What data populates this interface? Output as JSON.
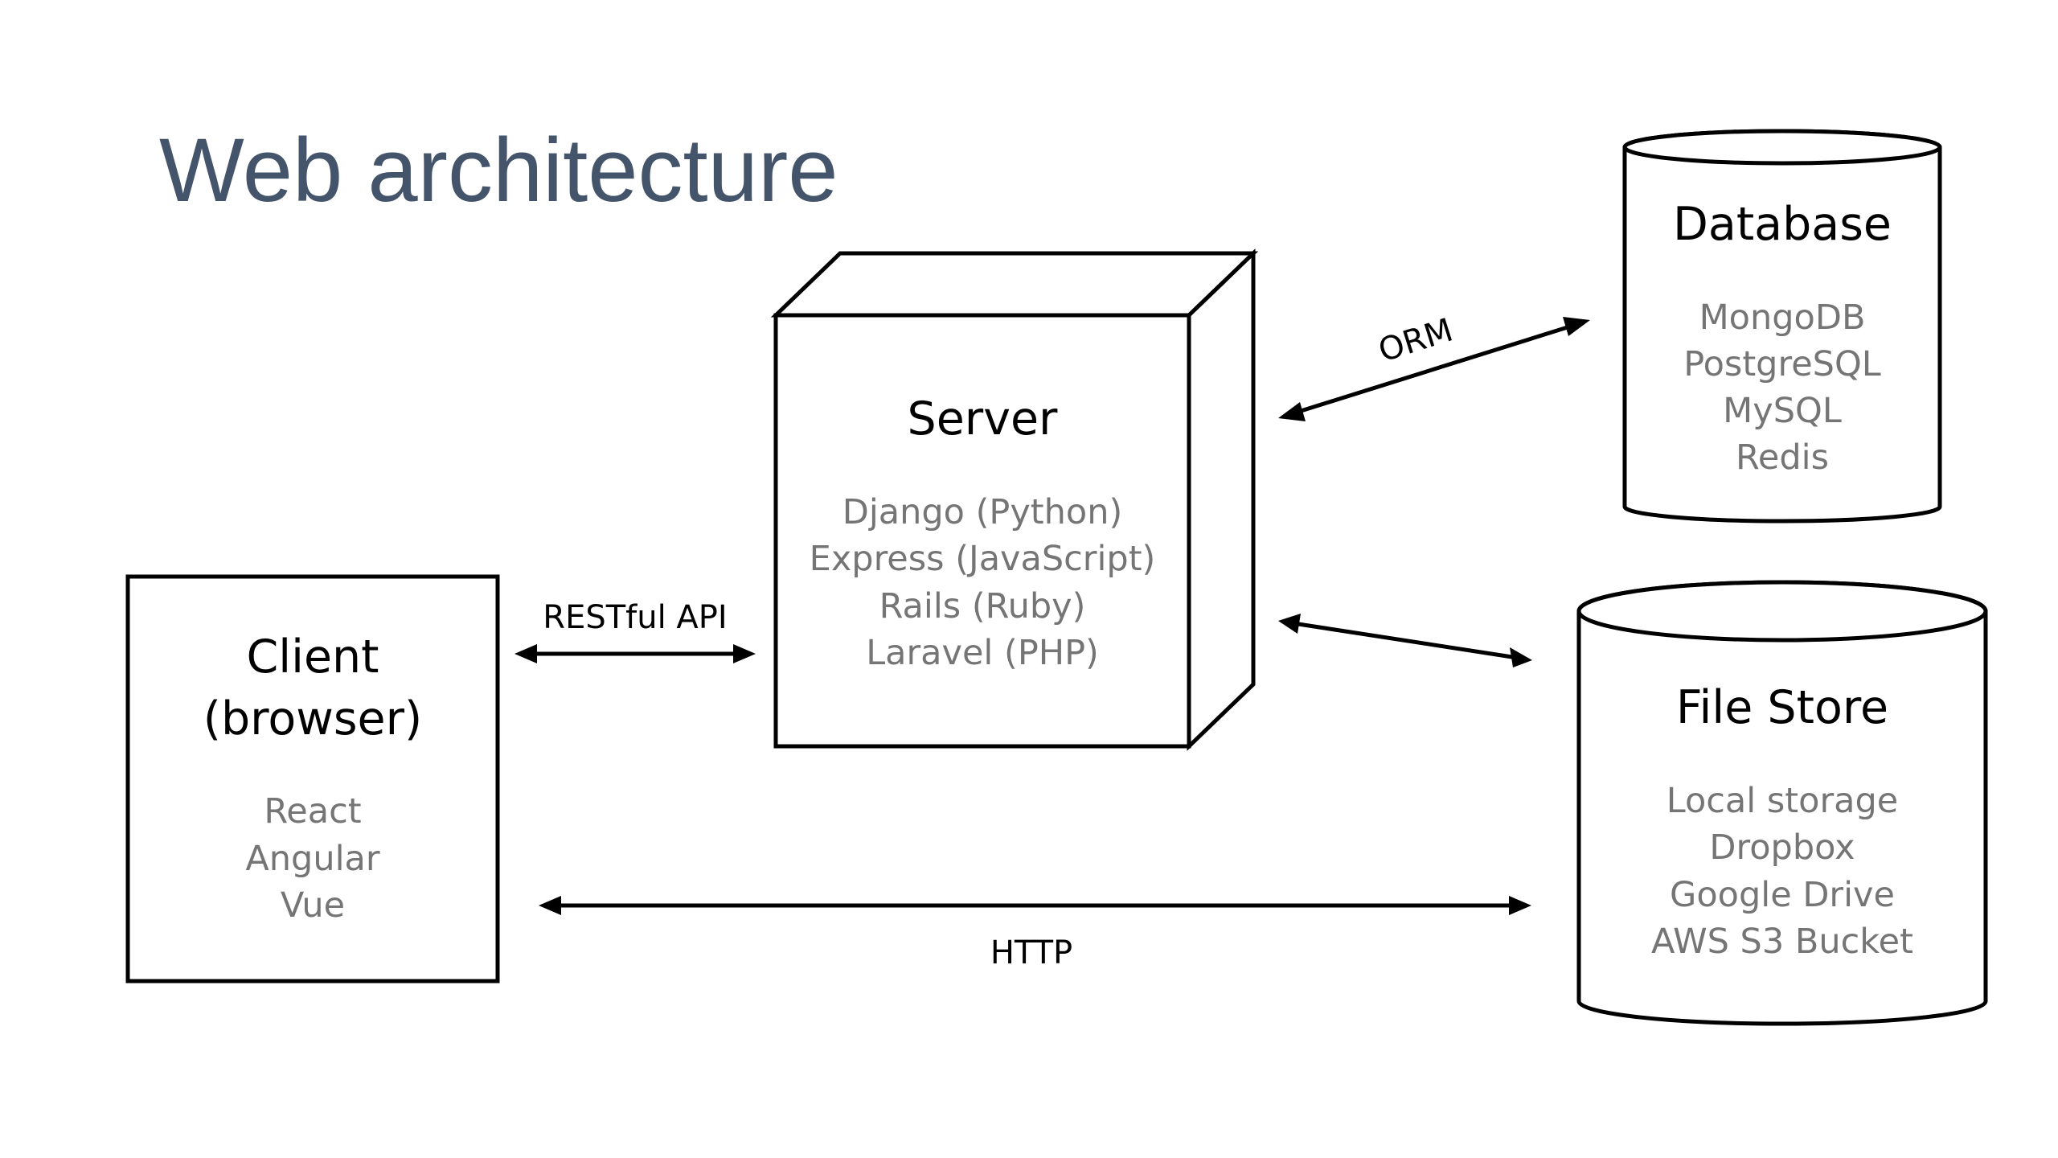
{
  "title": "Web architecture",
  "nodes": {
    "client": {
      "title_lines": [
        "Client",
        "(browser)"
      ],
      "items": [
        "React",
        "Angular",
        "Vue"
      ]
    },
    "server": {
      "title": "Server",
      "items": [
        "Django (Python)",
        "Express (JavaScript)",
        "Rails (Ruby)",
        "Laravel (PHP)"
      ]
    },
    "database": {
      "title": "Database",
      "items": [
        "MongoDB",
        "PostgreSQL",
        "MySQL",
        "Redis"
      ]
    },
    "file_store": {
      "title": "File Store",
      "items": [
        "Local storage",
        "Dropbox",
        "Google Drive",
        "AWS S3 Bucket"
      ]
    }
  },
  "edges": {
    "client_server": "RESTful API",
    "server_database": "ORM",
    "server_file_store": "",
    "client_file_store": "HTTP"
  },
  "colors": {
    "title": "#44546a",
    "stroke": "#000000",
    "item_text": "#757575"
  }
}
